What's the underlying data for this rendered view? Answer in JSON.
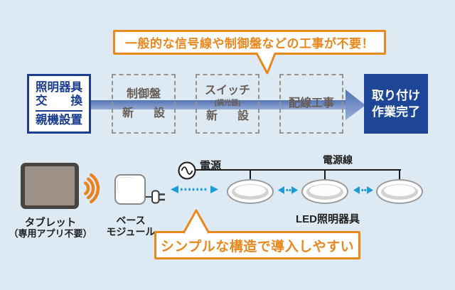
{
  "callout_top": {
    "text": "一般的な信号線や制御盤などの工事が不要！"
  },
  "callout_bottom": {
    "text": "シンプルな構造で導入しやすい"
  },
  "flow": {
    "step1": {
      "line1": "照明器具",
      "line2_left": "交",
      "line2_right": "換",
      "line3": "親機設置"
    },
    "step2": {
      "line1": "制御盤",
      "line2_left": "新",
      "line2_right": "設"
    },
    "step3": {
      "line1": "スイッチ",
      "line2": "(調光器)",
      "line3_left": "新",
      "line3_right": "設"
    },
    "step4": {
      "line1": "配線工事"
    },
    "step5": {
      "line1": "取り付け",
      "line2": "作業完了"
    }
  },
  "bottom": {
    "tablet_label1": "タブレット",
    "tablet_label2": "（専用アプリ不要）",
    "module_label1": "ベース",
    "module_label2": "モジュール",
    "power_label": "電源",
    "powerline_label": "電源線",
    "led_label": "LED照明器具"
  },
  "colors": {
    "background": "#dde9f3",
    "navy": "#1c3e8e",
    "navy_box": "#1d4796",
    "orange": "#e8891f",
    "cyan": "#1b9cd8",
    "band_top": "#5273b3",
    "band_bottom": "#97abd5",
    "dashed_text": "#675d57",
    "black_line": "#1a1a1a"
  }
}
